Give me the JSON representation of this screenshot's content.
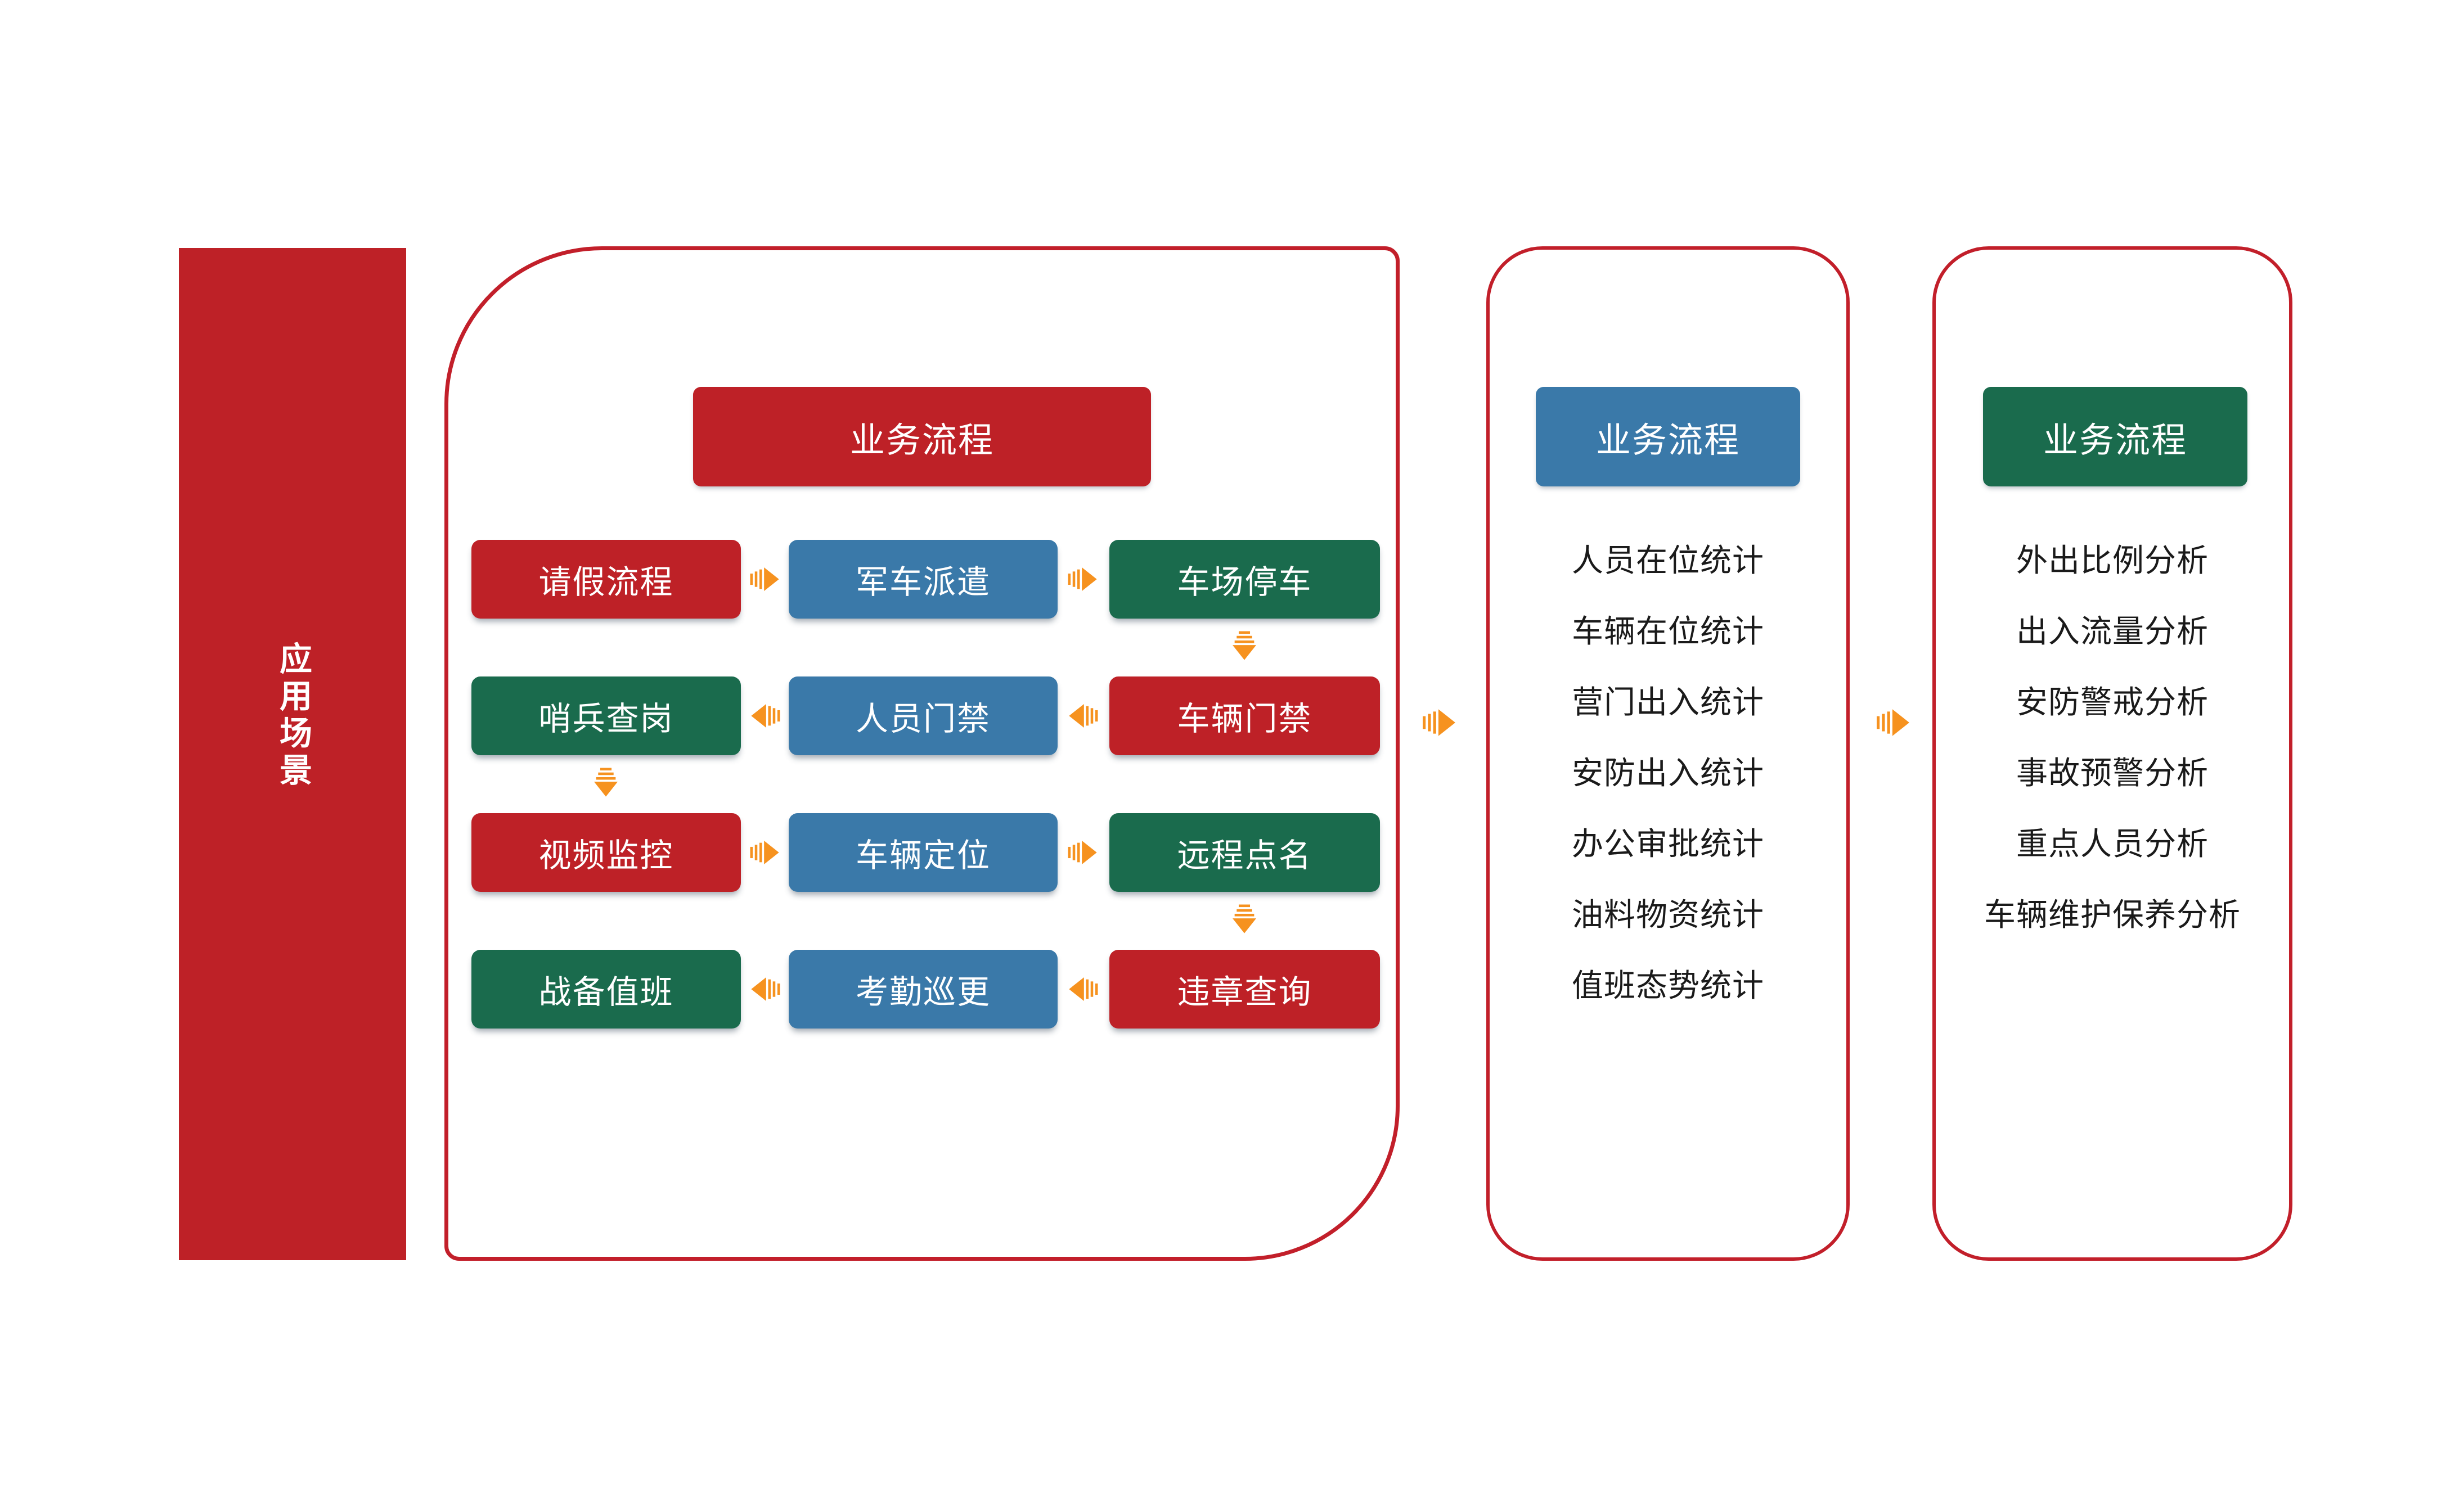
{
  "colors": {
    "red": "#BE2127",
    "blue": "#3A79A9",
    "green": "#1A6B4D",
    "orange": "#F6921F",
    "border": "#C21F2A",
    "text": "#1A1A1A"
  },
  "left_bar": {
    "label": "应用场景"
  },
  "flow_panel": {
    "header": "业务流程",
    "cells": [
      {
        "label": "请假流程",
        "color": "red"
      },
      {
        "label": "军车派遣",
        "color": "blue"
      },
      {
        "label": "车场停车",
        "color": "green"
      },
      {
        "label": "哨兵查岗",
        "color": "green"
      },
      {
        "label": "人员门禁",
        "color": "blue"
      },
      {
        "label": "车辆门禁",
        "color": "red"
      },
      {
        "label": "视频监控",
        "color": "red"
      },
      {
        "label": "车辆定位",
        "color": "blue"
      },
      {
        "label": "远程点名",
        "color": "green"
      },
      {
        "label": "战备值班",
        "color": "green"
      },
      {
        "label": "考勤巡更",
        "color": "blue"
      },
      {
        "label": "违章查询",
        "color": "red"
      }
    ]
  },
  "stats_panel": {
    "header": "业务流程",
    "items": [
      "人员在位统计",
      "车辆在位统计",
      "营门出入统计",
      "安防出入统计",
      "办公审批统计",
      "油料物资统计",
      "值班态势统计"
    ]
  },
  "analysis_panel": {
    "header": "业务流程",
    "items": [
      "外出比例分析",
      "出入流量分析",
      "安防警戒分析",
      "事故预警分析",
      "重点人员分析",
      "车辆维护保养分析"
    ]
  }
}
